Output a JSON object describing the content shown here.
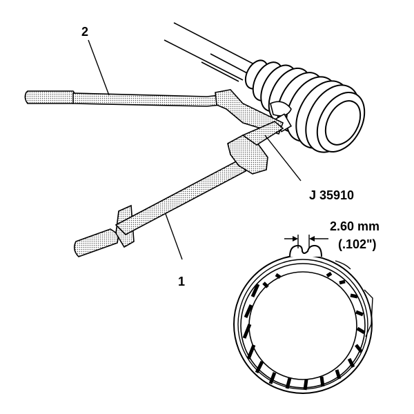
{
  "labels": {
    "callout_1": "1",
    "callout_2": "2",
    "tool_number": "J 35910",
    "gap_metric": "2.60 mm",
    "gap_imperial": "(.102\")"
  },
  "colors": {
    "ink": "#000000",
    "paper": "#ffffff",
    "stipple": "#b8b8b8"
  }
}
